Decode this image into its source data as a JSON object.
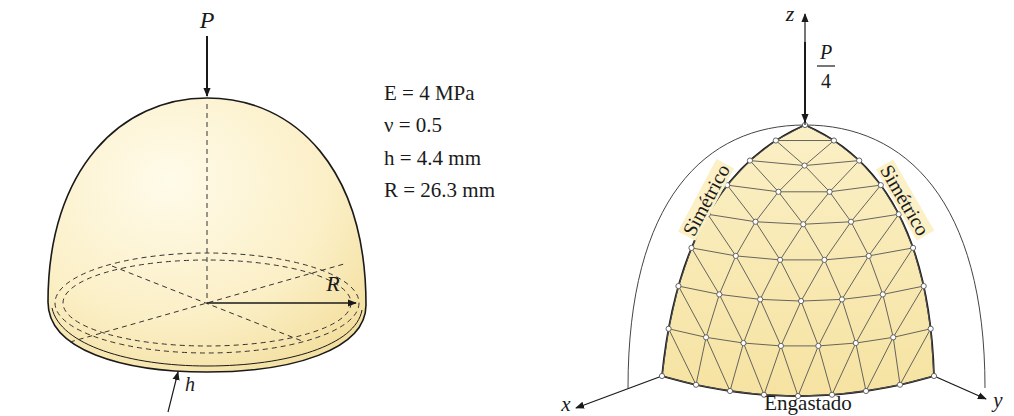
{
  "diagram": {
    "labels": [
      "P",
      "E = 4 MPa",
      "ν = 0.5",
      "h = 4.4 mm",
      "R = 26.3 mm",
      "R",
      "h",
      "z",
      "P",
      "4",
      "Simétrico",
      "Simétrico",
      "x",
      "y",
      "Engastado"
    ]
  }
}
